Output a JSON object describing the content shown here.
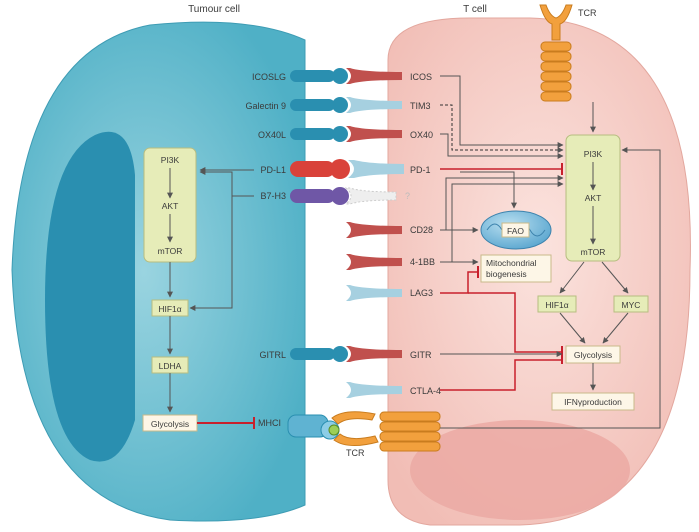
{
  "cells": {
    "tumour_title": "Tumour cell",
    "tcell_title": "T cell"
  },
  "tumour_ligands": {
    "icoslg": "ICOSLG",
    "galectin9": "Galectin 9",
    "ox40l": "OX40L",
    "pdl1": "PD-L1",
    "b7h3": "B7-H3",
    "gitrl": "GITRL",
    "mhci": "MHCI"
  },
  "tcell_receptors": {
    "icos": "ICOS",
    "tim3": "TIM3",
    "ox40": "OX40",
    "pd1": "PD-1",
    "unknown": "?",
    "cd28": "CD28",
    "fourone_bb": "4-1BB",
    "lag3": "LAG3",
    "gitr": "GITR",
    "ctla4": "CTLA-4",
    "tcr_top": "TCR",
    "tcr_bottom": "TCR"
  },
  "tumour_pathway": {
    "pi3k": "PI3K",
    "akt": "AKT",
    "mtor": "mTOR",
    "hif1a": "HIF1α",
    "ldha": "LDHA",
    "glycolysis": "Glycolysis"
  },
  "tcell_pathway": {
    "pi3k": "PI3K",
    "akt": "AKT",
    "mtor": "mTOR",
    "hif1a": "HIF1α",
    "myc": "MYC",
    "glycolysis": "Glycolysis",
    "ifng": "IFNγproduction",
    "fao": "FAO",
    "mito_line1": "Mitochondrial",
    "mito_line2": "biogenesis"
  },
  "colors": {
    "tumour_fill": "#6fbfcf",
    "tumour_nucleus": "#2a8fb0",
    "tcell_fill": "#f4c9c2",
    "tcell_nucleus": "#eba9a3",
    "pathway_box": "#e6ecb8",
    "inhibit_red": "#c8202c",
    "arrow_grey": "#555555",
    "ligand_blue": "#2a8fb0",
    "receptor_red": "#c0504d",
    "receptor_light": "#a6d0e0",
    "b7h3_purple": "#6f57a6",
    "tcr_orange": "#f2a03d"
  }
}
